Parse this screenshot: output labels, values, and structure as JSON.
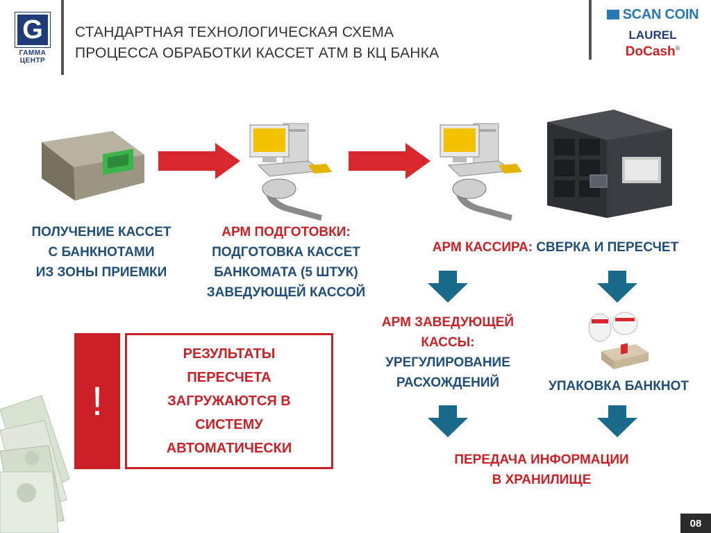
{
  "header": {
    "logo_letter": "G",
    "logo_text_1": "ГАММА",
    "logo_text_2": "ЦЕНТР",
    "title_line1": "СТАНДАРТНАЯ ТЕХНОЛОГИЧЕСКАЯ СХЕМА",
    "title_line2": "ПРОЦЕССА ОБРАБОТКИ КАССЕТ АТМ В КЦ БАНКА"
  },
  "brands": {
    "scan_coin": "SCAN COIN",
    "laurel": "LAUREL",
    "docash": "DoCash",
    "docash_mark": "®"
  },
  "steps": {
    "receive": [
      "ПОЛУЧЕНИЕ КАССЕТ",
      "С БАНКНОТАМИ",
      "ИЗ ЗОНЫ ПРИЕМКИ"
    ],
    "prep_title": "АРМ ПОДГОТОВКИ:",
    "prep_lines": [
      "ПОДГОТОВКА КАССЕТ",
      "БАНКОМАТА (5 ШТУК)",
      "ЗАВЕДУЮЩЕЙ КАССОЙ"
    ],
    "cashier_title": "АРМ КАССИРА:",
    "cashier_rest": " СВЕРКА И ПЕРЕСЧЕТ",
    "head_title_1": "АРМ ЗАВЕДУЮЩЕЙ",
    "head_title_2": "КАССЫ:",
    "head_lines": [
      "УРЕГУЛИРОВАНИЕ",
      "РАСХОЖДЕНИЙ"
    ],
    "pack": "УПАКОВКА БАНКНОТ",
    "transfer": [
      "ПЕРЕДАЧА ИНФОРМАЦИИ",
      "В ХРАНИЛИЩЕ"
    ]
  },
  "alert": {
    "mark": "!",
    "lines": [
      "РЕЗУЛЬТАТЫ",
      "ПЕРЕСЧЕТА",
      "ЗАГРУЖАЮТСЯ В",
      "СИСТЕМУ",
      "АВТОМАТИЧЕСКИ"
    ]
  },
  "page_number": "08",
  "colors": {
    "accent_red": "#cc2027",
    "text_blue": "#1f4e79",
    "arrow_blue": "#1a6a8c",
    "brand_blue": "#2a77b5"
  }
}
